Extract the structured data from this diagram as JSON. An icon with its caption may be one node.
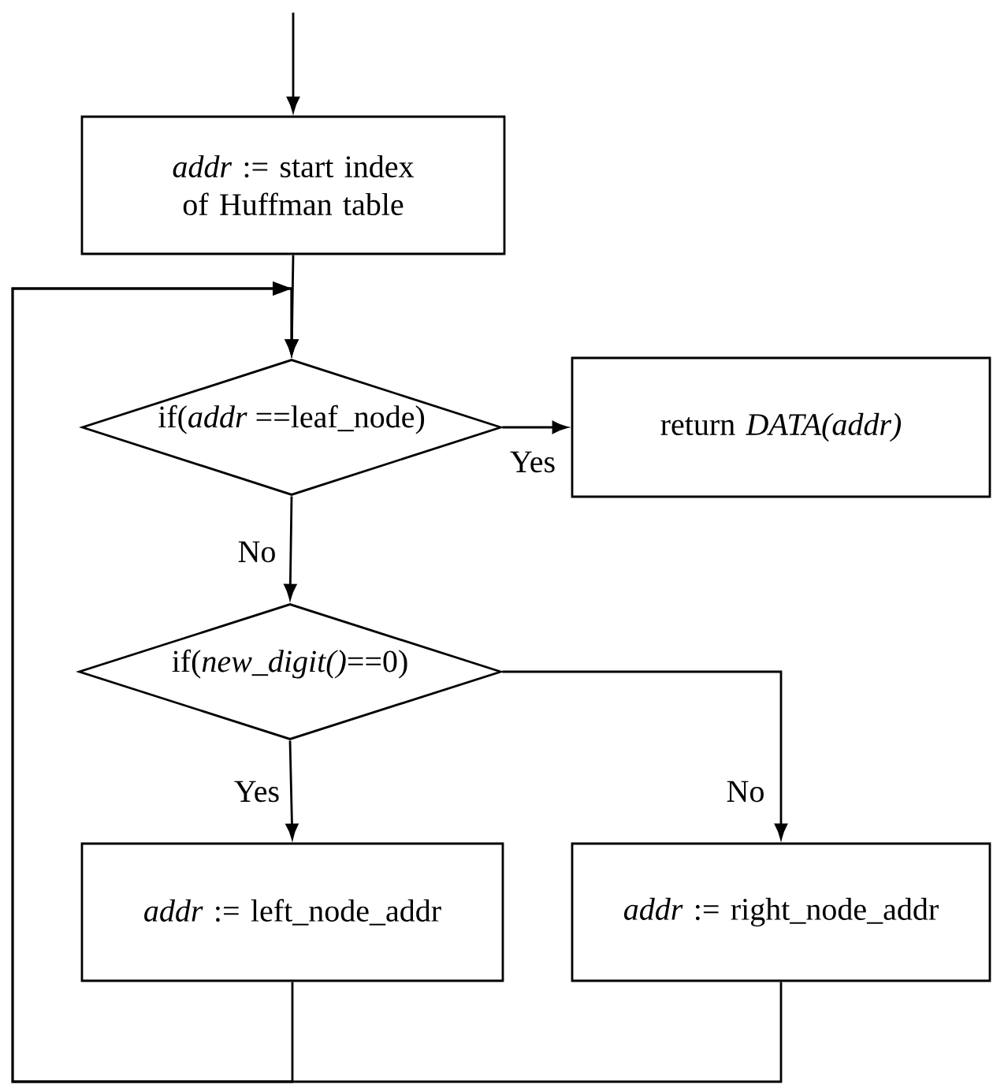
{
  "diagram": {
    "nodes": [
      {
        "text": [
          "*addr* := start index of Huffman table"
        ]
      },
      {
        "text": [
          "if(*addr* ==leaf_node)"
        ]
      },
      {
        "text": [
          "return *DATA(addr)*"
        ]
      },
      {
        "text": [
          "if(*new_digit()*==0)"
        ]
      },
      {
        "text": [
          "*addr* := left_node_addr"
        ]
      },
      {
        "text": [
          "*addr* := right_node_addr"
        ]
      }
    ],
    "edges": [
      {
        "from": null,
        "to": 0,
        "arrow": "to"
      },
      {
        "from": 0,
        "to": 1,
        "arrow": "to"
      },
      {
        "from": 1,
        "to": 2,
        "arrow": "to",
        "label": "Yes"
      },
      {
        "from": 1,
        "to": 3,
        "arrow": "to",
        "label": "No"
      },
      {
        "from": 3,
        "to": 4,
        "arrow": "to",
        "label": "Yes"
      },
      {
        "from": 3,
        "to": 5,
        "arrow": "to",
        "label": "No"
      },
      {
        "from": 4,
        "to": 1,
        "arrow": "to"
      },
      {
        "from": 5,
        "to": 1,
        "arrow": "to"
      }
    ]
  }
}
